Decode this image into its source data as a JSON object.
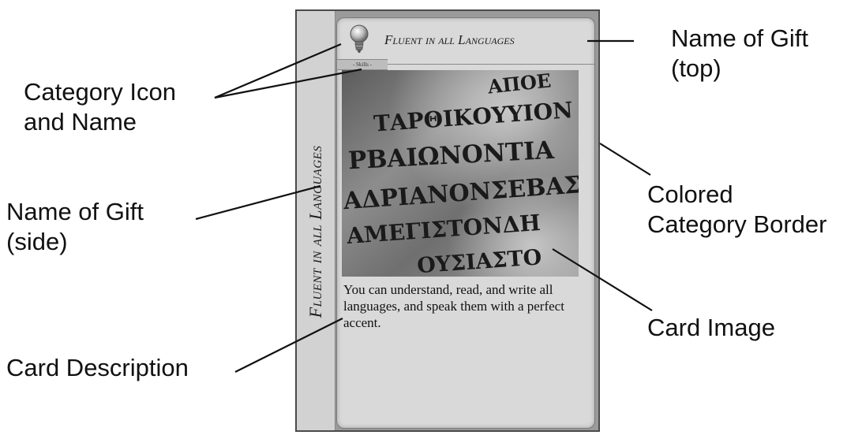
{
  "card": {
    "side_name": "Fluent in all Languages",
    "top_name": "Fluent in all Languages",
    "category": "- Skills -",
    "description": "You can understand, read, and write all languages, and speak them with a perfect accent.",
    "image_text": [
      "ΑΠΟΕ",
      "ΤΑΡΘΙΚΟΥΥΙΟΝ",
      "ΡΒΑΙΩΝΟΝΤΙΑ",
      "ΑΔΡΙΑΝΟΝΣΕΒΑΣ",
      "ΑΜΕΓΙΣΤΟΝΔΗ",
      "ΟΥΣΙΑΣΤΟ"
    ]
  },
  "labels": {
    "category_icon": "Category Icon\nand Name",
    "name_side": "Name of Gift\n(side)",
    "card_description": "Card Description",
    "name_top": "Name of Gift\n(top)",
    "category_border": "Colored\nCategory Border",
    "card_image": "Card Image"
  },
  "icons": {
    "category_icon": "lightbulb-icon"
  },
  "colors": {
    "border": "#9a9a9a",
    "face": "#d9d9d9"
  }
}
